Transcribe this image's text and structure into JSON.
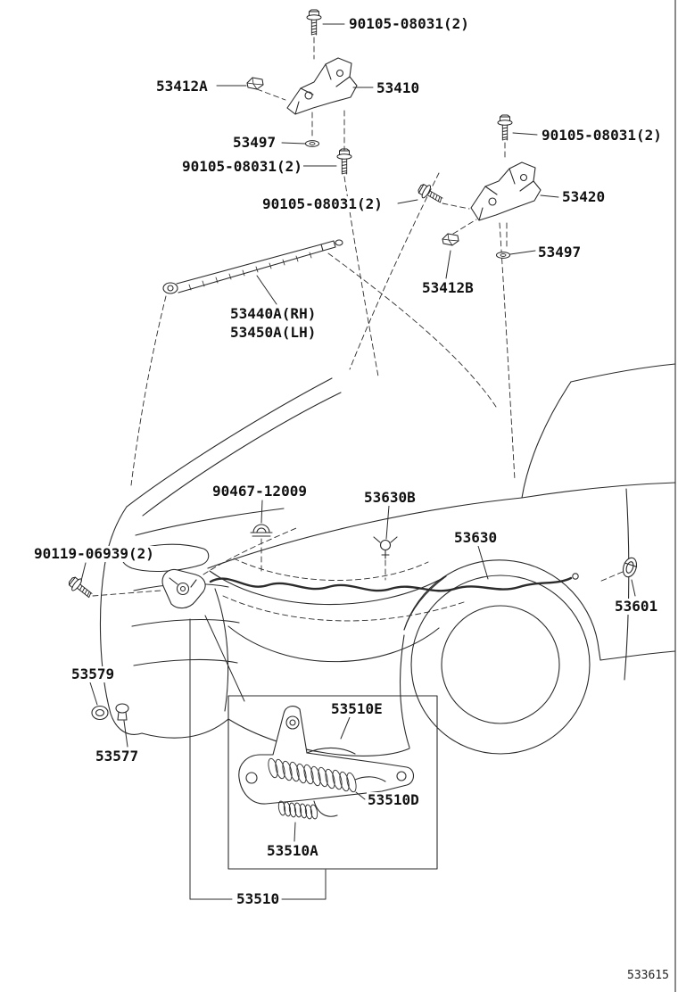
{
  "page": {
    "diagram_code": "533615"
  },
  "labels": [
    {
      "text": "90105-08031(2)"
    },
    {
      "text": "53412A"
    },
    {
      "text": "53410"
    },
    {
      "text": "53497"
    },
    {
      "text": "90105-08031(2)"
    },
    {
      "text": "90105-08031(2)"
    },
    {
      "text": "90105-08031(2)"
    },
    {
      "text": "53420"
    },
    {
      "text": "53497"
    },
    {
      "text": "53412B"
    },
    {
      "text": "53440A(RH)"
    },
    {
      "text": "53450A(LH)"
    },
    {
      "text": "90467-12009"
    },
    {
      "text": "53630B"
    },
    {
      "text": "53630"
    },
    {
      "text": "90119-06939(2)"
    },
    {
      "text": "53601"
    },
    {
      "text": "53579"
    },
    {
      "text": "53577"
    },
    {
      "text": "53510E"
    },
    {
      "text": "53510D"
    },
    {
      "text": "53510A"
    },
    {
      "text": "53510"
    }
  ],
  "colors": {
    "line": "#2b2b2b",
    "text": "#111111",
    "background": "#ffffff"
  }
}
